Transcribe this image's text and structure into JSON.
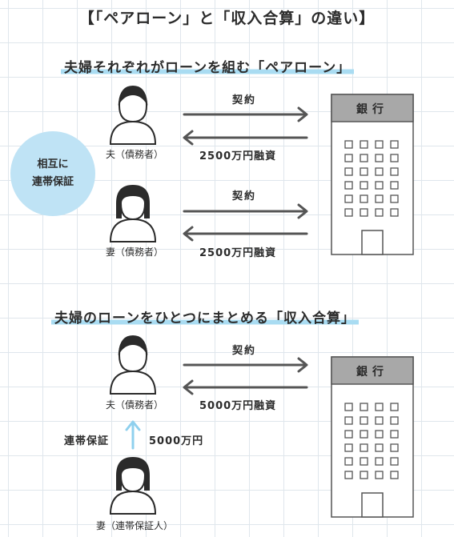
{
  "title": "【「ペアローン」と「収入合算」の違い】",
  "pair_loan": {
    "heading": "夫婦それぞれがローンを組む「ペアローン」",
    "mutual_guarantee": [
      "相互に",
      "連帯保証"
    ],
    "husband": {
      "label": "夫（債務者）",
      "contract": "契約",
      "loan": "2500万円融資"
    },
    "wife": {
      "label": "妻（債務者）",
      "contract": "契約",
      "loan": "2500万円融資"
    },
    "bank": "銀行"
  },
  "income_combined": {
    "heading": "夫婦のローンをひとつにまとめる「収入合算」",
    "husband": {
      "label": "夫（債務者）",
      "contract": "契約",
      "loan": "5000万円融資"
    },
    "guarantee_label": "連帯保証",
    "guarantee_amount": "5000万円",
    "wife": {
      "label": "妻（連帯保証人）"
    },
    "bank": "銀行"
  },
  "colors": {
    "accent_blue": "#a9dcf2",
    "circle": "#bfe3f5",
    "arrow": "#555555",
    "arrow_up": "#8fd0ee",
    "bank_roof": "#999999"
  }
}
